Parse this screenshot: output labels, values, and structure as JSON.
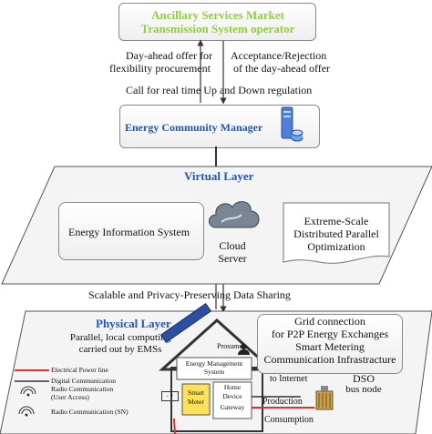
{
  "market": {
    "line1": "Ancillary Services Market",
    "line2": "Transmission System operator"
  },
  "flows": {
    "offer_l1": "Day-ahead offer for",
    "offer_l2": "flexibility procurement",
    "accept_l1": "Acceptance/Rejection",
    "accept_l2": "of the day-ahead offer",
    "call": "Call for real time Up and Down regulation"
  },
  "manager": {
    "label": "Energy Community Manager"
  },
  "virtual": {
    "title": "Virtual Layer",
    "eis": "Energy Information System",
    "cloud_l1": "Cloud",
    "cloud_l2": "Server",
    "opt_l1": "Extreme-Scale",
    "opt_l2": "Distributed Parallel",
    "opt_l3": "Optimization"
  },
  "sharing": "Scalable and Privacy-Preserving Data Sharing",
  "physical": {
    "title": "Physical Layer",
    "parallel_l1": "Parallel, local computing",
    "parallel_l2": "carried out by EMSs",
    "legend": {
      "power": "Electrical Power line",
      "digital": "Digital Communication",
      "radio_l1": "Radio Communication",
      "radio_l2": "(User Access)",
      "radio_sn": "Radio Communication (SN)"
    },
    "prosumer": "Prosumer",
    "ems_l1": "Energy Management",
    "ems_l2": "System",
    "meter_l1": "Smart",
    "meter_l2": "Meter",
    "gateway_l1": "Home",
    "gateway_l2": "Device",
    "gateway_l3": "Gateway",
    "grid": {
      "l1": "Grid connection",
      "l2": "for P2P Energy Exchanges",
      "l3": "Smart Metering",
      "l4": "Communication Infrastracture"
    },
    "to_internet": "to Internet",
    "dso_l1": "DSO",
    "dso_l2": "bus node",
    "production": "Production",
    "consumption": "Consumption"
  },
  "colors": {
    "green": "#8fd13a",
    "blue": "#1e56c2",
    "power_line": "#d9342b",
    "solar": "#2c4fa3"
  }
}
